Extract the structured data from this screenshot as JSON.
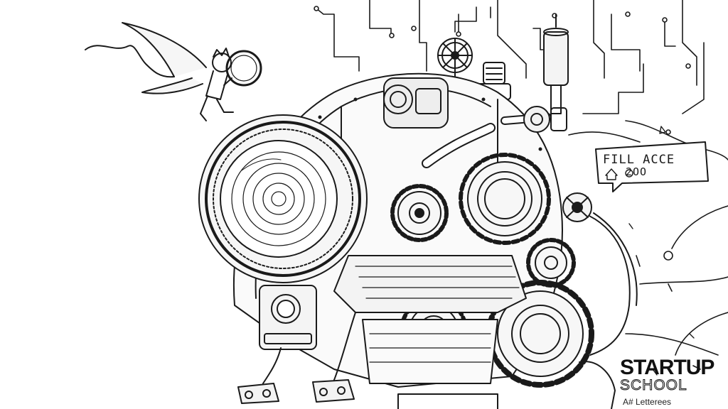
{
  "sign": {
    "line1": "FILL ACCE",
    "line2": "2OO"
  },
  "logo": {
    "top": "STARTUP",
    "bottom": "SCHOOL"
  },
  "caption": "A# Letterees",
  "colors": {
    "ink": "#1a1a1a",
    "background": "#ffffff"
  }
}
